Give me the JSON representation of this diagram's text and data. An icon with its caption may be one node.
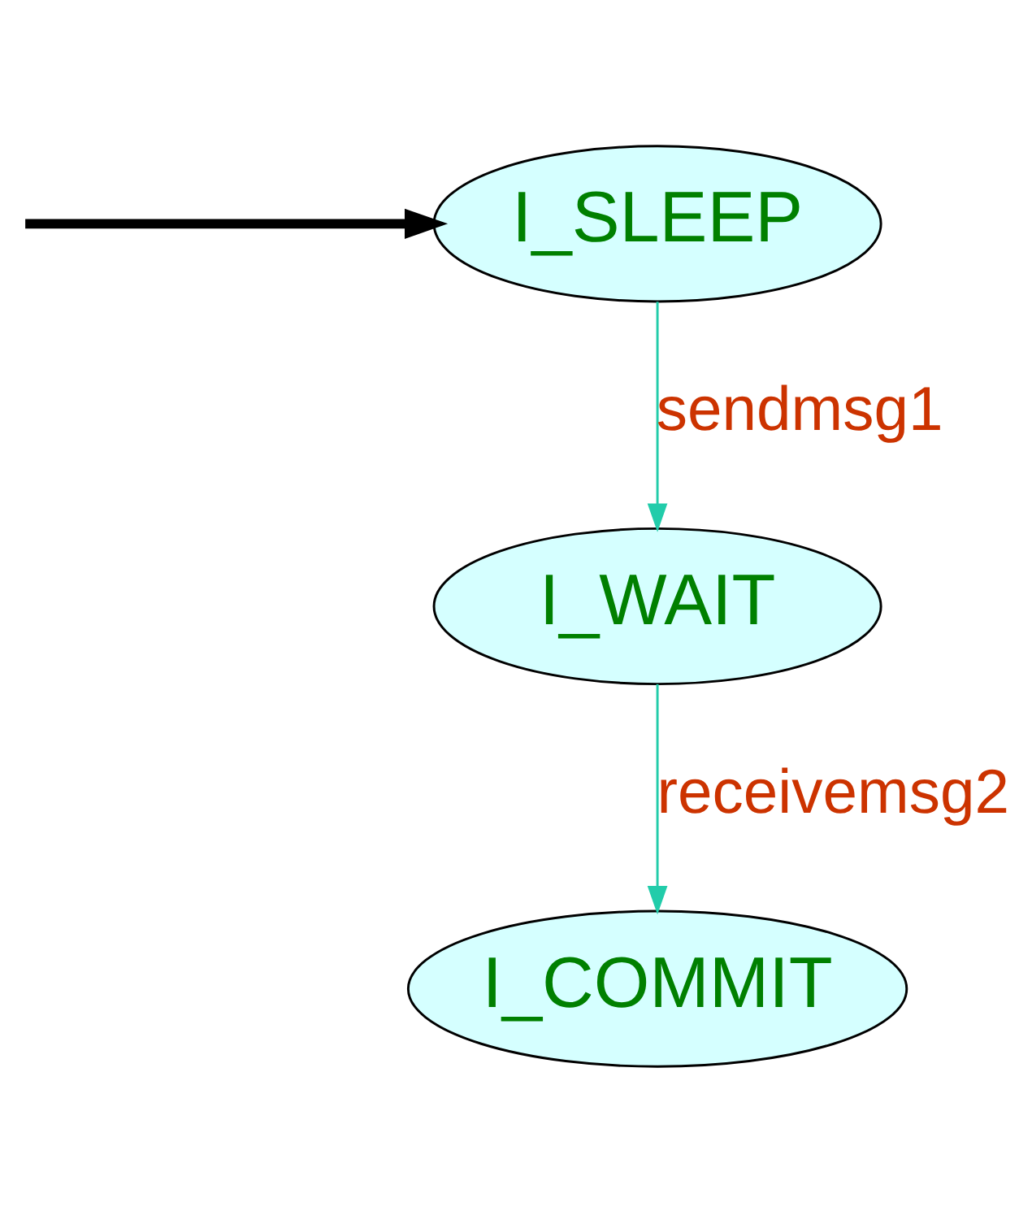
{
  "diagram": {
    "nodes": [
      {
        "text": [
          "I_SLEEP"
        ]
      },
      {
        "text": [
          "I_WAIT"
        ]
      },
      {
        "text": [
          "I_COMMIT"
        ]
      }
    ],
    "edges": [
      {
        "from": null,
        "to": 0,
        "arrow": "to",
        "style": "thick",
        "color": "#000000"
      },
      {
        "from": 0,
        "to": 1,
        "arrow": "to",
        "label": "sendmsg1"
      },
      {
        "from": 1,
        "to": 2,
        "arrow": "to",
        "label": "receivemsg2"
      }
    ]
  }
}
